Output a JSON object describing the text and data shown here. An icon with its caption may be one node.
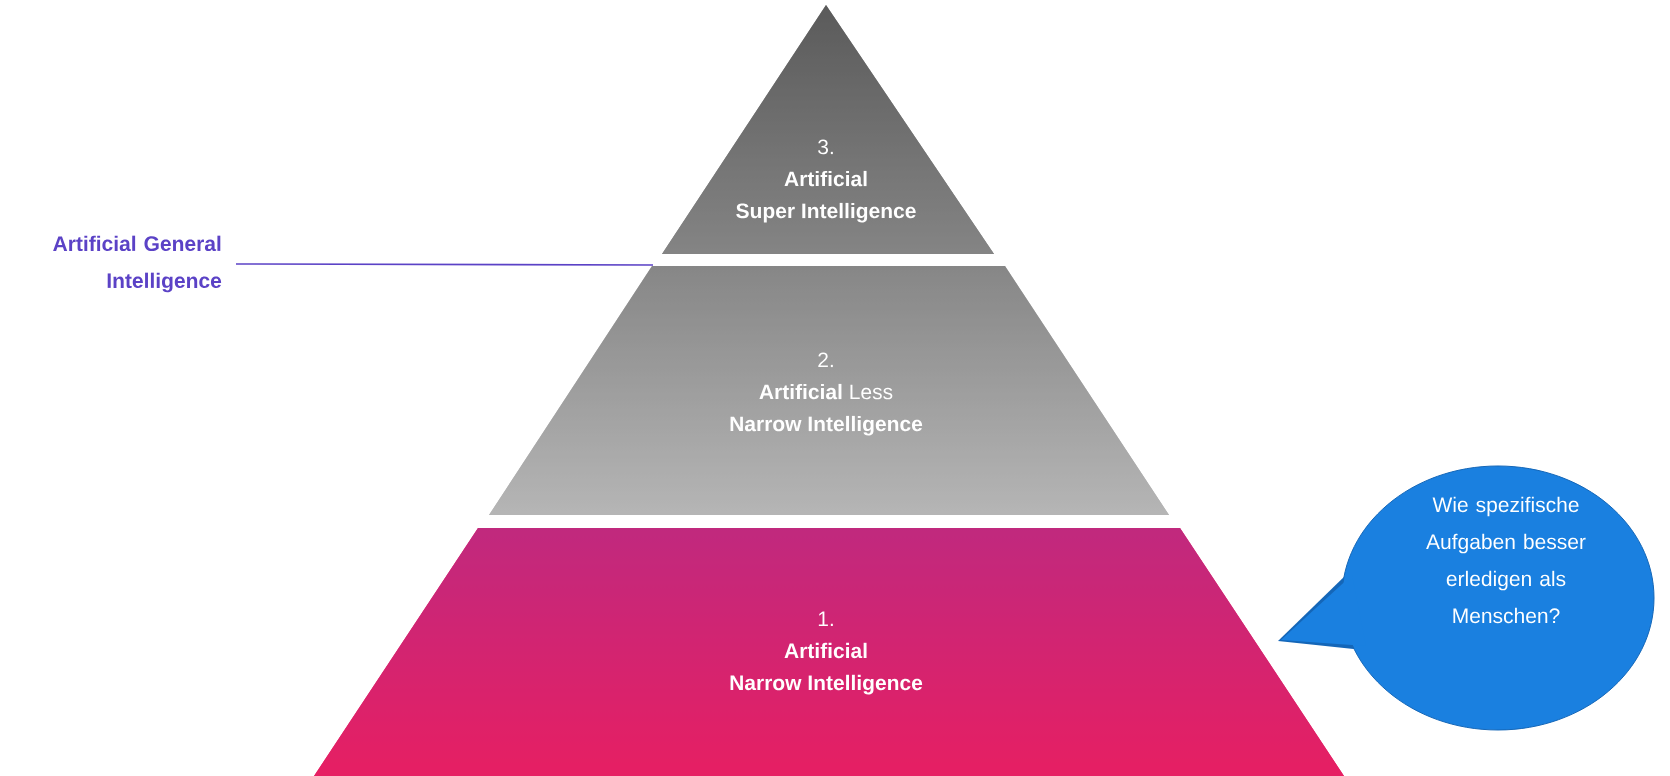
{
  "diagram": {
    "nodes": [
      {
        "text": [
          "3.",
          "Artificial Super Intelligence"
        ]
      },
      {
        "text": [
          "Artificial General Intelligence"
        ]
      },
      {
        "text": [
          "2.",
          "**Artificial** Less **Narrow Intelligence**"
        ]
      },
      {
        "text": [
          "1.",
          "Artificial Narrow Intelligence"
        ]
      },
      {
        "text": [
          "Wie spezifische Aufgaben besser erledigen als Menschen?"
        ]
      }
    ],
    "edges": [
      {
        "from": 1,
        "to": 2,
        "arrow": "none"
      }
    ]
  }
}
